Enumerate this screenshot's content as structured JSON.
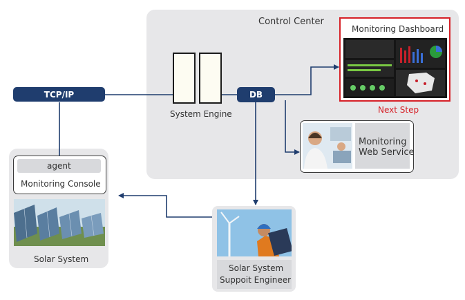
{
  "control_center": {
    "title": "Control Center"
  },
  "tcpip": {
    "label": "TCP/IP"
  },
  "db": {
    "label": "DB"
  },
  "system_engine": {
    "label": "System Engine"
  },
  "monitoring_dashboard": {
    "title": "Monitoring Dashboard",
    "next_step": "Next Step"
  },
  "web_service": {
    "label_line1": "Monitoring",
    "label_line2": "Web Service"
  },
  "solar_site": {
    "agent": "agent",
    "console": "Monitoring Console",
    "label": "Solar System"
  },
  "engineer": {
    "label_line1": "Solar System",
    "label_line2": "Suppoit Engineer"
  },
  "colors": {
    "navy": "#1f3d6e",
    "panel_gray": "#e7e7e9",
    "highlight_red": "#d62027"
  }
}
